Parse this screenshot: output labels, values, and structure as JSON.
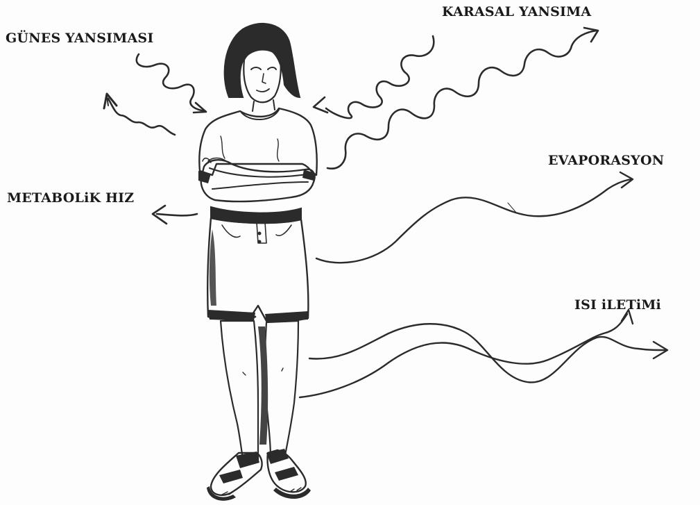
{
  "labels": {
    "solar_reflection": "GÜNES YANSIMASI",
    "terrestrial_reflection": "KARASAL YANSIMA",
    "evaporation": "EVAPORASYON",
    "metabolic_rate": "METABOLiK HIZ",
    "heat_conduction": "ISI  iLETiMi"
  },
  "colors": {
    "ink": "#2b2b2b",
    "text": "#1a1a1a",
    "background": "#fdfdfd"
  },
  "figure": {
    "icon": "standing-person-sketch"
  }
}
